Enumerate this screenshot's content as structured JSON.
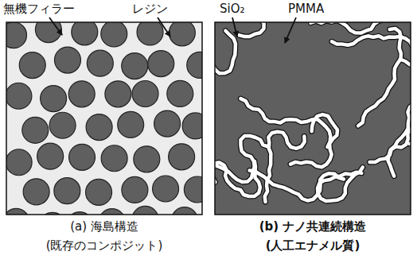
{
  "diagram": {
    "labels": [
      "無機フィラー",
      "レジン",
      "SiO₂",
      "PMMA",
      "(a) 海島構造",
      "(既存のコンポジット)",
      "(b) ナノ共連続構造",
      "(人工エナメル質)"
    ]
  }
}
